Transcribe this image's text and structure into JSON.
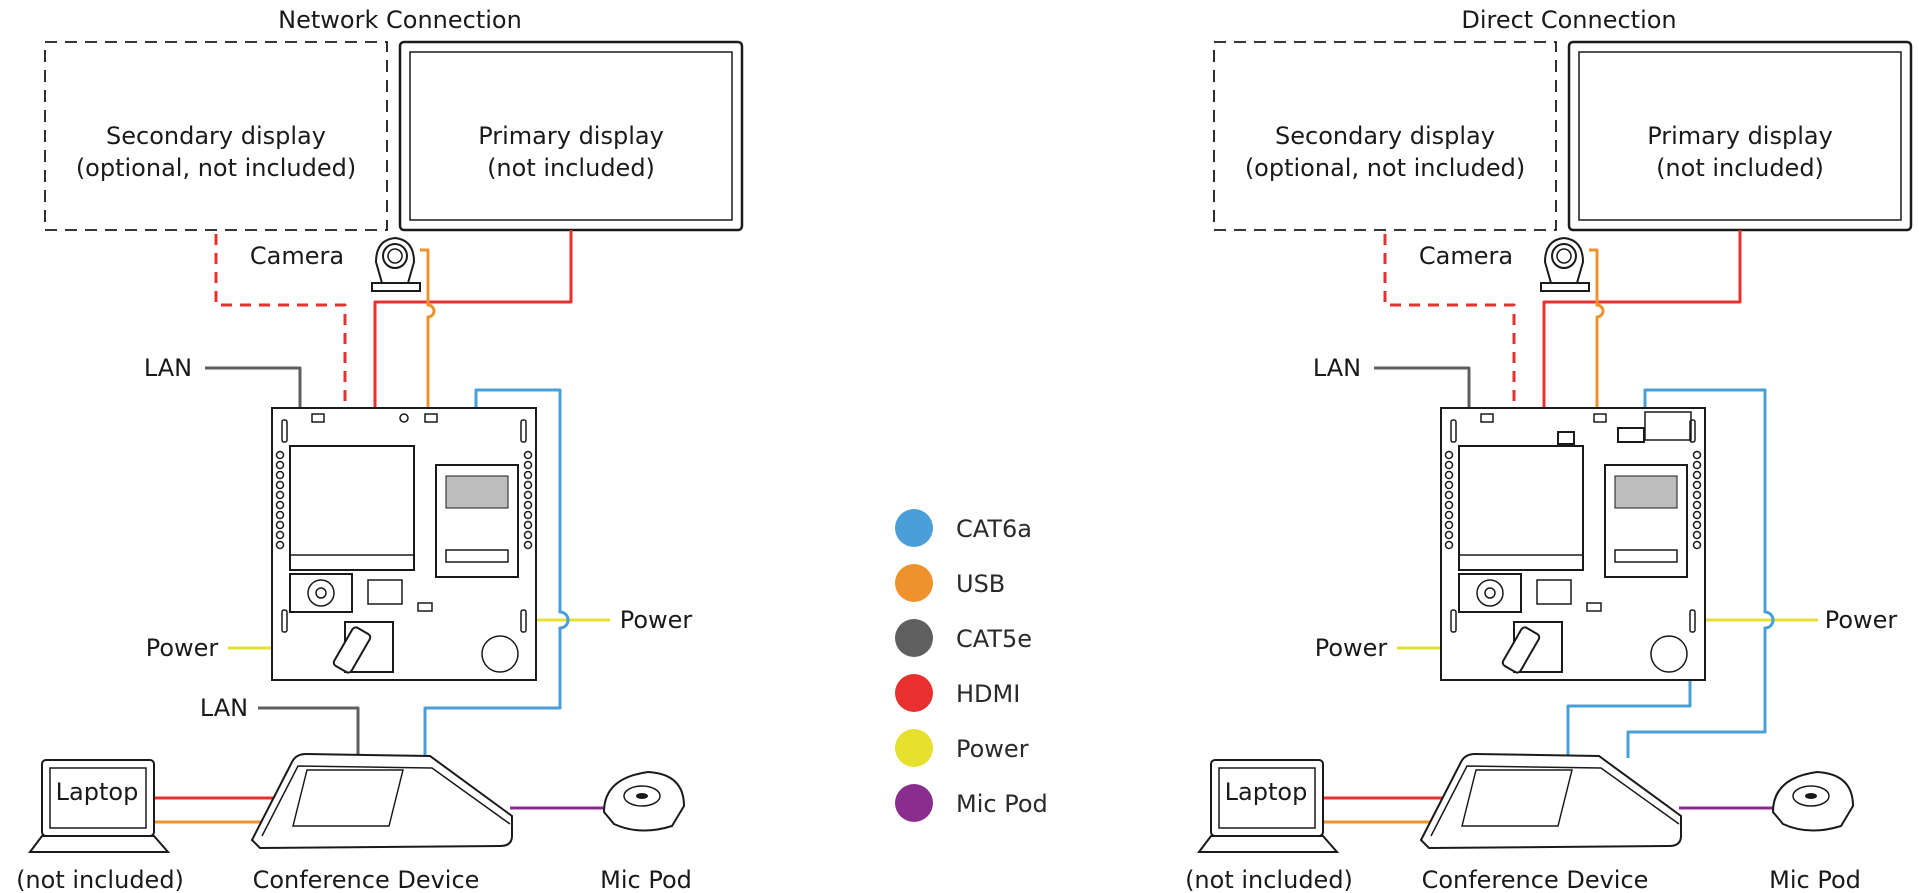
{
  "colors": {
    "cat6a": "#4a9fd8",
    "usb": "#f0922c",
    "cat5e": "#5f5f5f",
    "hdmi": "#e8302e",
    "power": "#e6e02e",
    "mic_pod": "#8a2d8f"
  },
  "diagrams": [
    {
      "title": "Network Connection",
      "secondary_display": [
        "Secondary display",
        "(optional, not included)"
      ],
      "primary_display": [
        "Primary display",
        "(not included)"
      ],
      "camera": "Camera",
      "lan_top": "LAN",
      "lan_bottom": "LAN",
      "power_left": "Power",
      "power_right": "Power",
      "laptop": "Laptop",
      "laptop_note": "(not included)",
      "conference_device": "Conference Device",
      "mic_pod": "Mic Pod"
    },
    {
      "title": "Direct Connection",
      "secondary_display": [
        "Secondary display",
        "(optional, not included)"
      ],
      "primary_display": [
        "Primary display",
        "(not included)"
      ],
      "camera": "Camera",
      "lan_top": "LAN",
      "power_left": "Power",
      "power_right": "Power",
      "laptop": "Laptop",
      "laptop_note": "(not included)",
      "conference_device": "Conference Device",
      "mic_pod": "Mic Pod"
    }
  ],
  "legend": [
    {
      "label": "CAT6a",
      "color": "#4a9fd8"
    },
    {
      "label": "USB",
      "color": "#f0922c"
    },
    {
      "label": "CAT5e",
      "color": "#5f5f5f"
    },
    {
      "label": "HDMI",
      "color": "#e8302e"
    },
    {
      "label": "Power",
      "color": "#e6e02e"
    },
    {
      "label": "Mic Pod",
      "color": "#8a2d8f"
    }
  ]
}
